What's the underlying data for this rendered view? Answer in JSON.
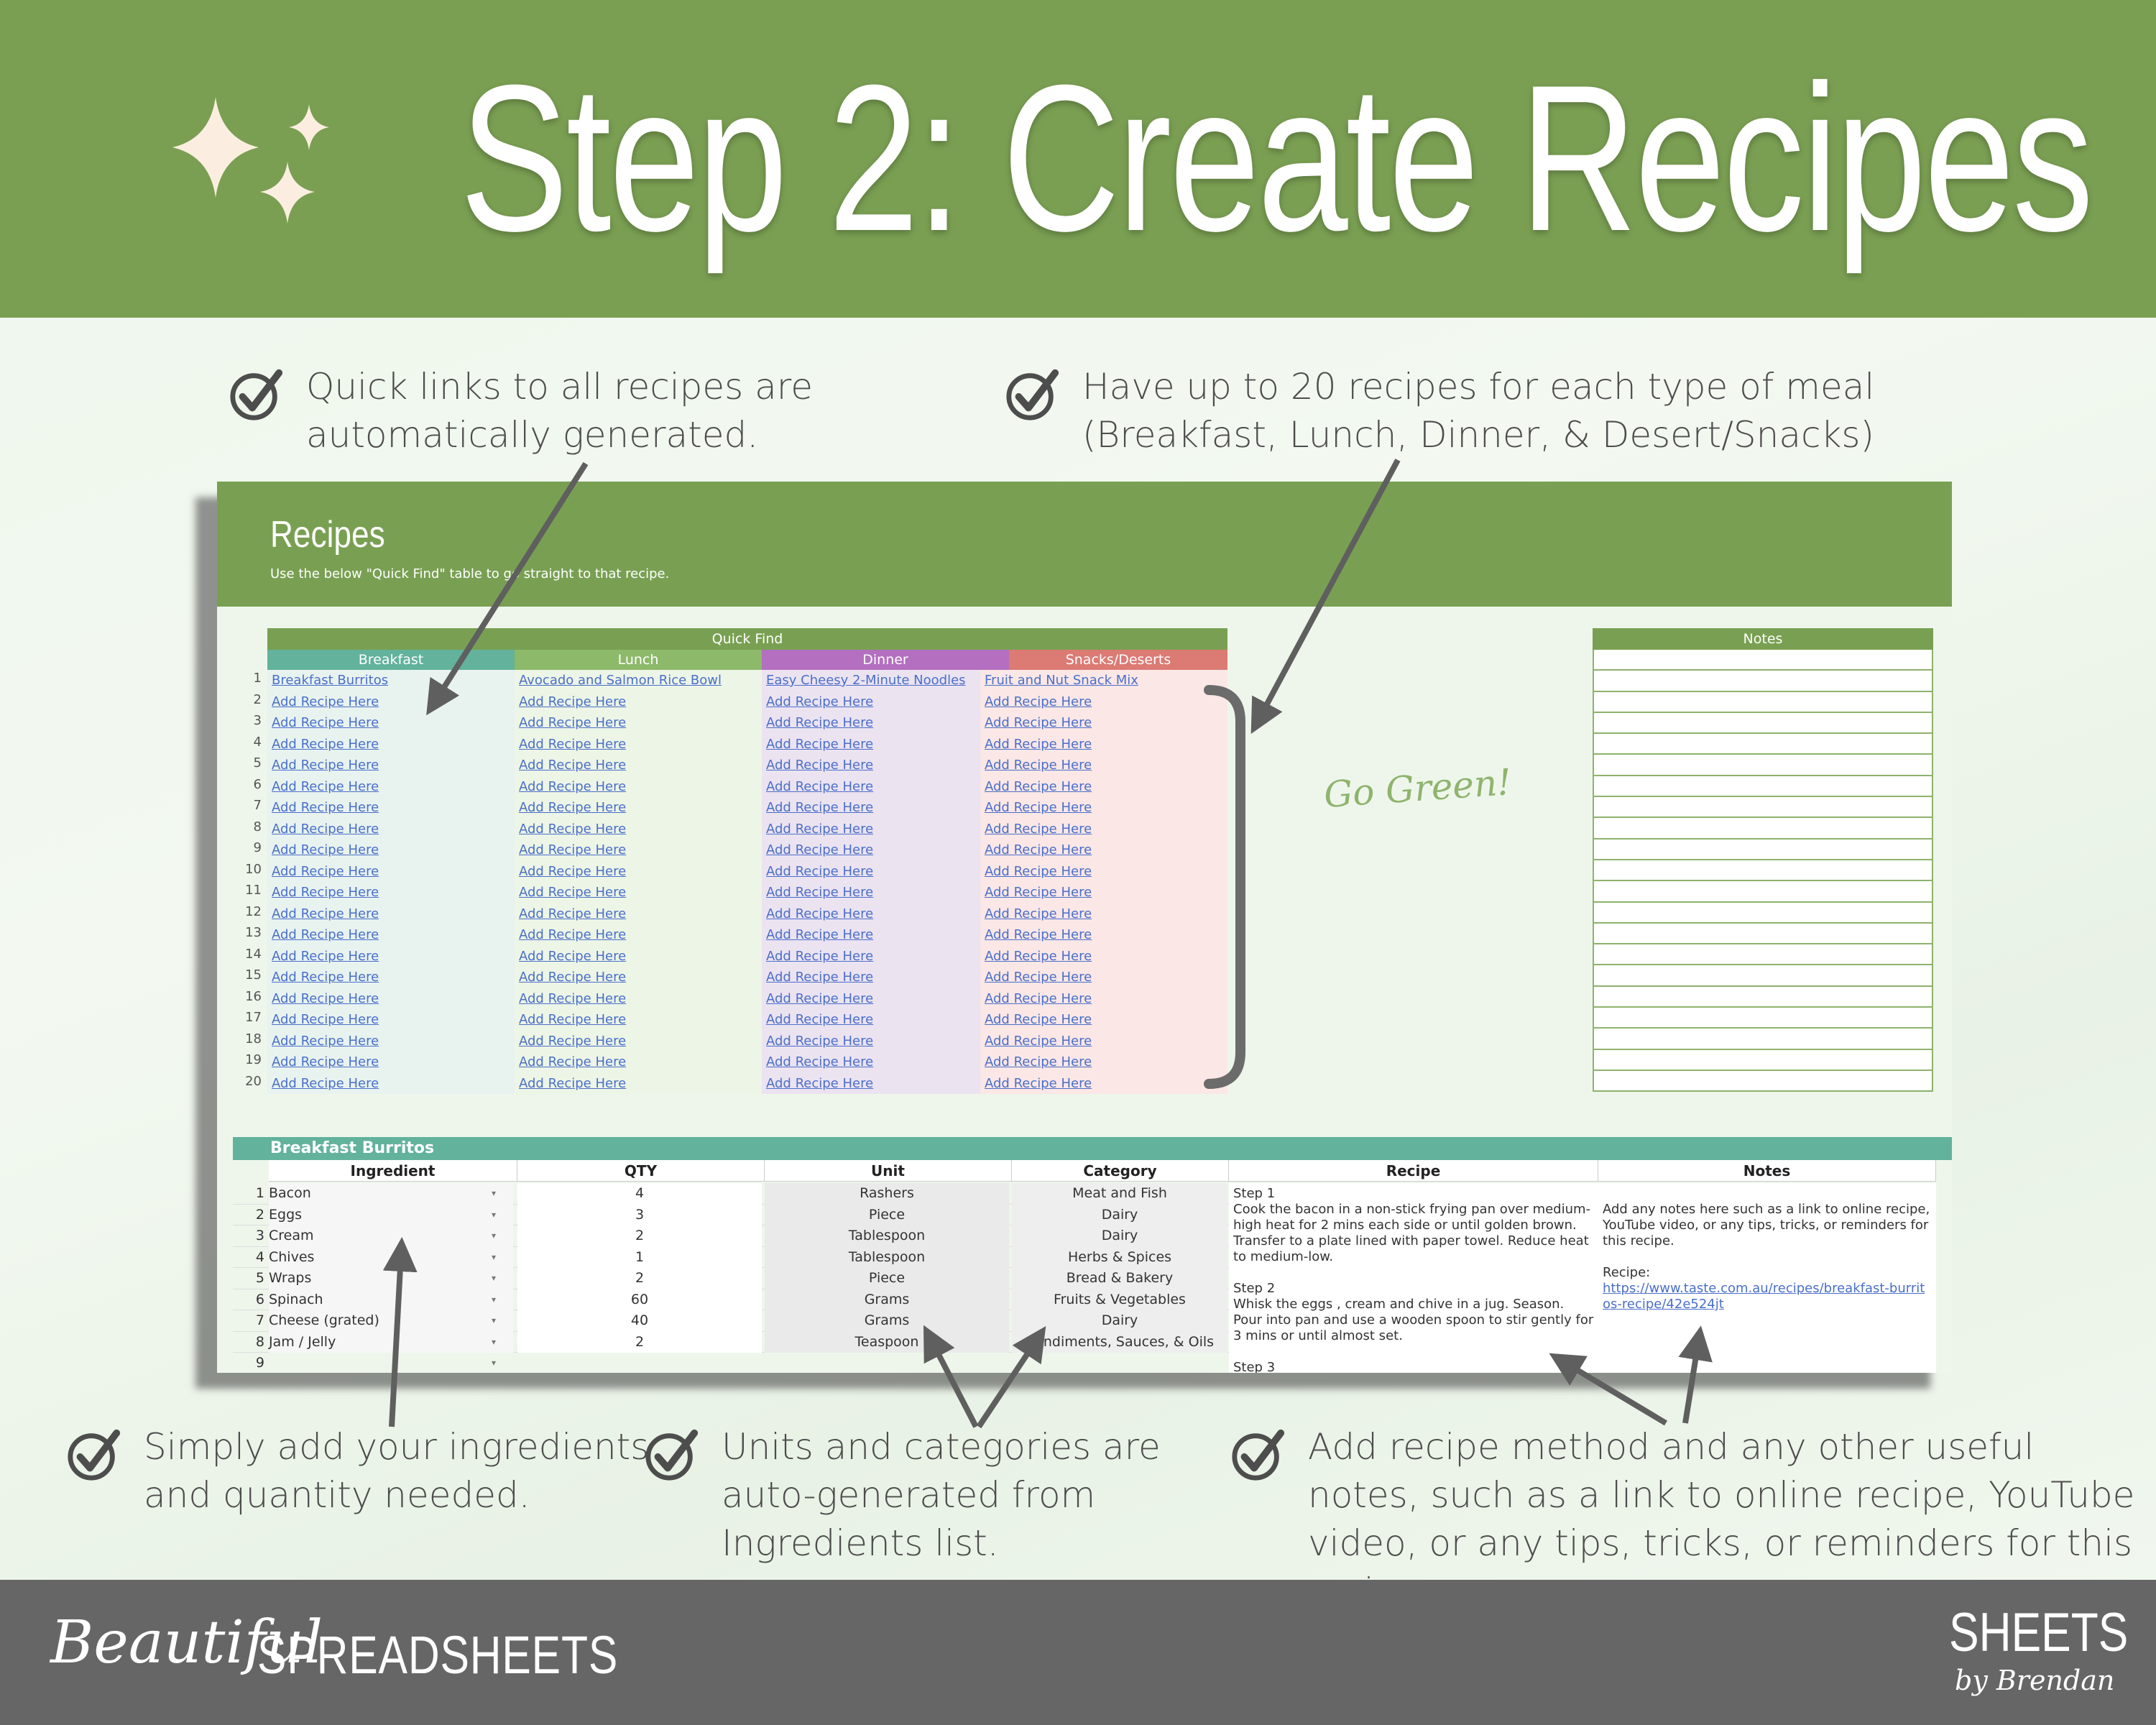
{
  "banner": {
    "title": "Step 2: Create Recipes"
  },
  "callouts": {
    "quick_links": "Quick links to all recipes are automatically generated.",
    "twenty_recipes": "Have up to 20 recipes for each type of meal (Breakfast, Lunch, Dinner, & Desert/Snacks)",
    "ingredients": "Simply add your ingredients and quantity needed.",
    "units": "Units and categories are auto-generated from Ingredients list.",
    "method": "Add recipe method and any other useful notes, such as a link to online recipe, YouTube video, or any tips, tricks, or reminders for this recipe."
  },
  "sheet": {
    "title": "Recipes",
    "subtitle": "Use the below \"Quick Find\" table to go straight to that recipe.",
    "quick_find": {
      "label": "Quick Find",
      "columns": [
        {
          "label": "Breakfast",
          "color": "#62b29c",
          "bg": "#e8f3f0",
          "first": "Breakfast Burritos"
        },
        {
          "label": "Lunch",
          "color": "#8db96a",
          "bg": "#edf5e6",
          "first": "Avocado and Salmon Rice Bowl"
        },
        {
          "label": "Dinner",
          "color": "#b46fc0",
          "bg": "#ece3f1",
          "first": "Easy Cheesy 2-Minute Noodles"
        },
        {
          "label": "Snacks/Deserts",
          "color": "#dc7a74",
          "bg": "#fbe7e6",
          "first": "Fruit and Nut Snack Mix"
        }
      ],
      "placeholder": "Add Recipe Here",
      "rows": 20
    },
    "go_green": "Go Green!",
    "notes_label": "Notes",
    "recipe": {
      "name": "Breakfast Burritos",
      "headers": {
        "ingredient": "Ingredient",
        "qty": "QTY",
        "unit": "Unit",
        "category": "Category",
        "recipe": "Recipe",
        "notes": "Notes"
      },
      "rows": [
        {
          "n": "1",
          "ingredient": "Bacon",
          "qty": "4",
          "unit": "Rashers",
          "category": "Meat and Fish"
        },
        {
          "n": "2",
          "ingredient": "Eggs",
          "qty": "3",
          "unit": "Piece",
          "category": "Dairy"
        },
        {
          "n": "3",
          "ingredient": "Cream",
          "qty": "2",
          "unit": "Tablespoon",
          "category": "Dairy"
        },
        {
          "n": "4",
          "ingredient": "Chives",
          "qty": "1",
          "unit": "Tablespoon",
          "category": "Herbs & Spices"
        },
        {
          "n": "5",
          "ingredient": "Wraps",
          "qty": "2",
          "unit": "Piece",
          "category": "Bread & Bakery"
        },
        {
          "n": "6",
          "ingredient": "Spinach",
          "qty": "60",
          "unit": "Grams",
          "category": "Fruits & Vegetables"
        },
        {
          "n": "7",
          "ingredient": "Cheese (grated)",
          "qty": "40",
          "unit": "Grams",
          "category": "Dairy"
        },
        {
          "n": "8",
          "ingredient": "Jam / Jelly",
          "qty": "2",
          "unit": "Teaspoon",
          "category": "Condiments, Sauces, & Oils"
        },
        {
          "n": "9",
          "ingredient": "",
          "qty": "",
          "unit": "",
          "category": ""
        }
      ],
      "method": "Step 1\nCook the bacon in a non-stick frying pan over medium-high heat for 2 mins each side or until golden brown. Transfer to a plate lined with paper towel. Reduce heat to medium-low.\n\nStep 2\nWhisk the eggs , cream and chive in a jug. Season. Pour into pan and use a wooden spoon to stir gently for 3 mins or until almost set.\n\nStep 3",
      "notes_text": "Add any notes here such as a link to online recipe, YouTube video, or any tips, tricks, or reminders for this recipe.\n\nRecipe:",
      "notes_link": "https://www.taste.com.au/recipes/breakfast-burritos-recipe/42e524jt"
    }
  },
  "footer": {
    "script": "Beautiful",
    "brand": "SPREADSHEETS",
    "sheets": "SHEETS",
    "by": "by Brendan"
  },
  "colors": {
    "banner": "#7a9f52",
    "footer": "#666666",
    "link": "#4a6fc9"
  }
}
